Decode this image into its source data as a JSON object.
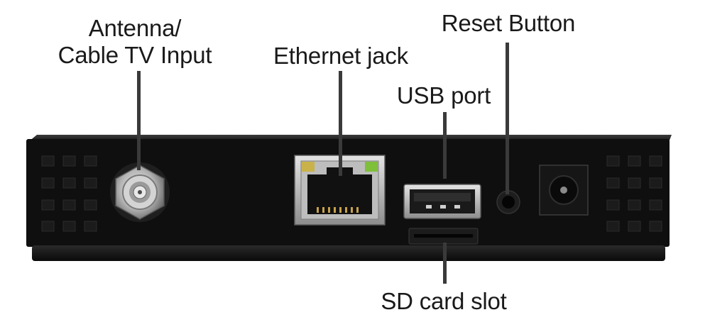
{
  "labels": {
    "antenna_line1": "Antenna/",
    "antenna_line2": "Cable TV Input",
    "ethernet": "Ethernet jack",
    "usb": "USB port",
    "reset": "Reset Button",
    "sd": "SD card slot"
  },
  "colors": {
    "body": "#0d0d0d",
    "panel": "#141414",
    "leader": "#3a3a3a",
    "metal": "#c8c8c8",
    "led_green": "#7fbf3a",
    "led_amber": "#c9b24a"
  },
  "icons": {
    "coax": "coaxial-f-connector-icon",
    "rj45": "rj45-port-icon",
    "usb": "usb-a-port-icon",
    "reset": "reset-pinhole-icon",
    "dc": "dc-power-jack-icon",
    "vents": "vent-grid-icon"
  }
}
